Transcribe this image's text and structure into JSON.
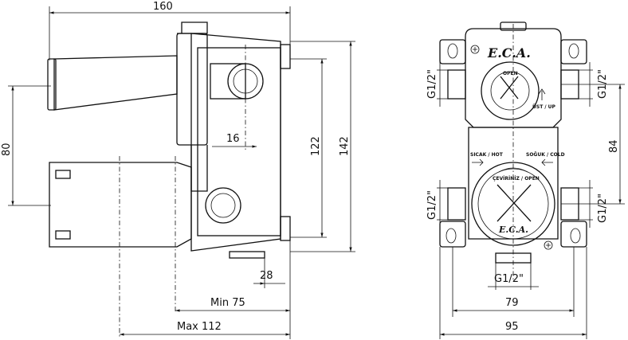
{
  "side_view": {
    "dim_width": "160",
    "dim_height_inner": "80",
    "dim_port": "16",
    "dim_122": "122",
    "dim_142": "142",
    "dim_28": "28",
    "dim_min": "Min 75",
    "dim_max": "Max 112"
  },
  "front_view": {
    "brand": "E.C.A.",
    "label_open_top": "OPEN",
    "label_ust_up": "ÜST / UP",
    "label_hot": "SICAK / HOT",
    "label_cold": "SOĞUK / COLD",
    "label_open_bottom": "ÇEVİRİNİZ / OPEN",
    "thread_left_top": "G1/2\"",
    "thread_right_top": "G1/2\"",
    "thread_left_bottom": "G1/2\"",
    "thread_right_bottom": "G1/2\"",
    "thread_bottom": "G1/2\"",
    "dim_84": "84",
    "dim_79": "79",
    "dim_95": "95"
  }
}
